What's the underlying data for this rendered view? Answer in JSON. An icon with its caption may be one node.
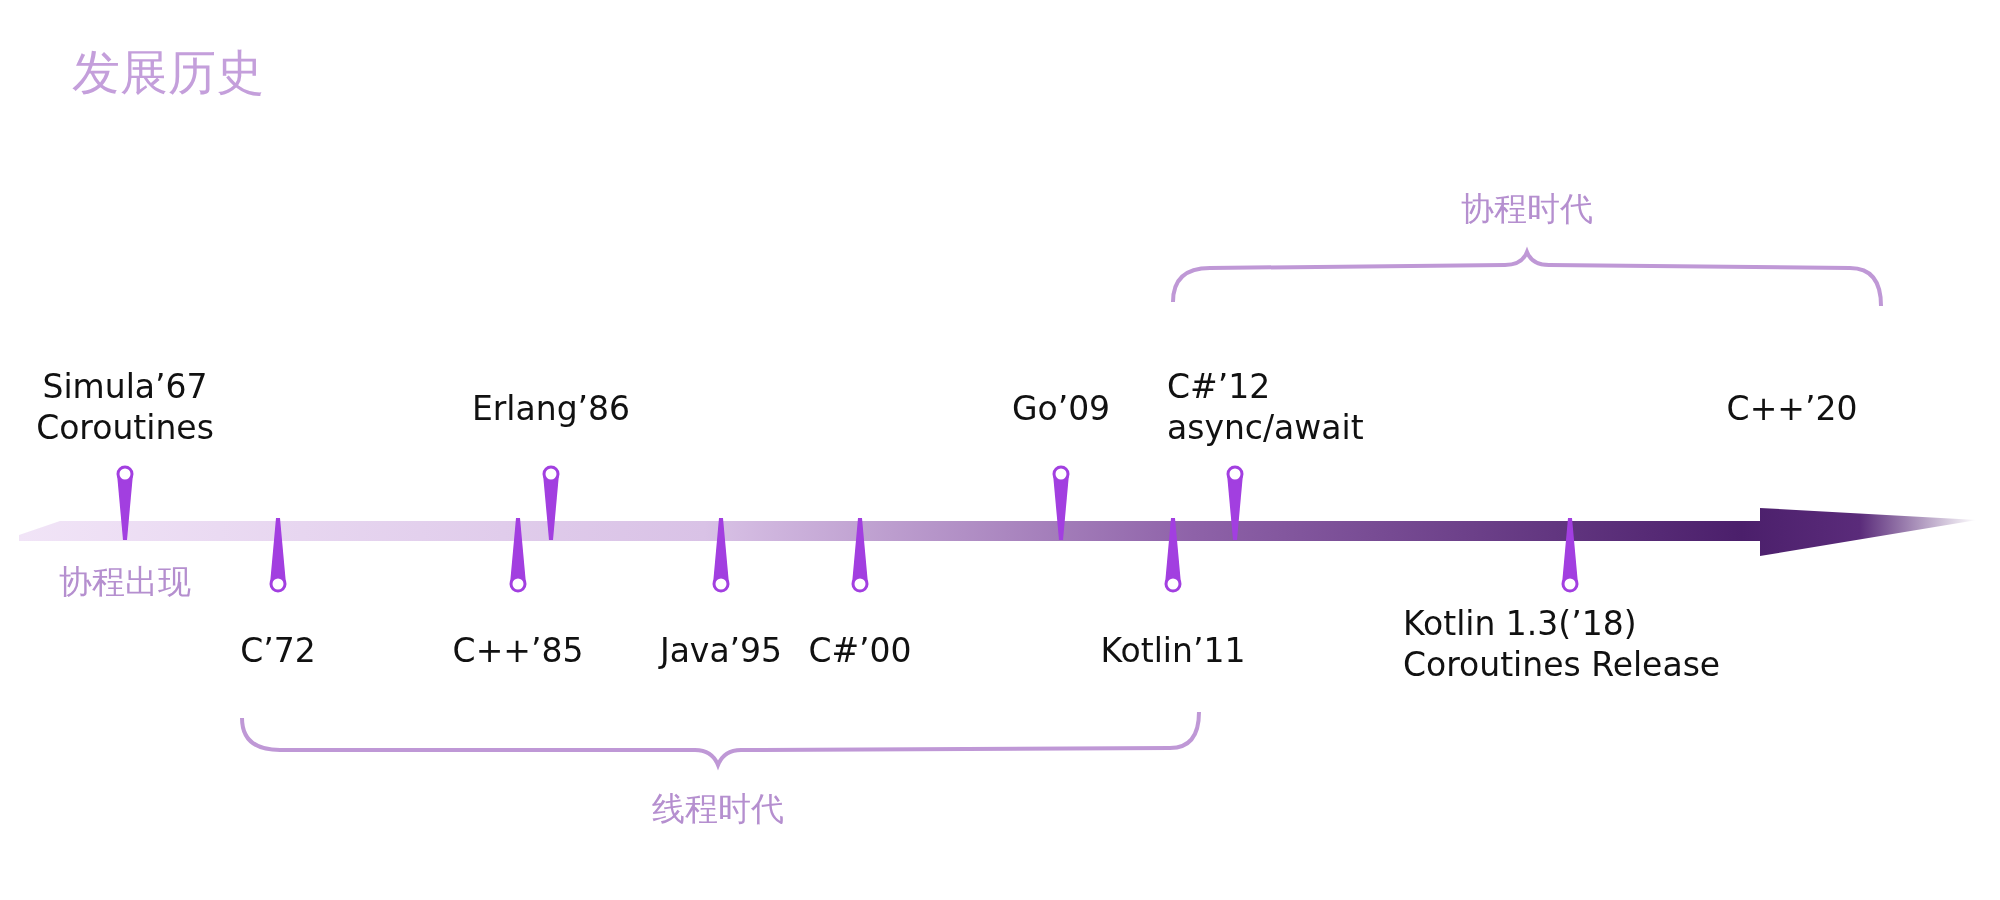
{
  "diagram": {
    "title": "发展历史",
    "labels": [
      "协程时代",
      "Simula’67 Coroutines",
      "Erlang’86",
      "Go’09",
      "C#’12 async/await",
      "C++’20",
      "协程出现",
      "C’72",
      "C++’85",
      "Java’95",
      "C#’00",
      "Kotlin’11",
      "Kotlin 1.3(’18) Coroutines Release",
      "线程时代"
    ]
  }
}
